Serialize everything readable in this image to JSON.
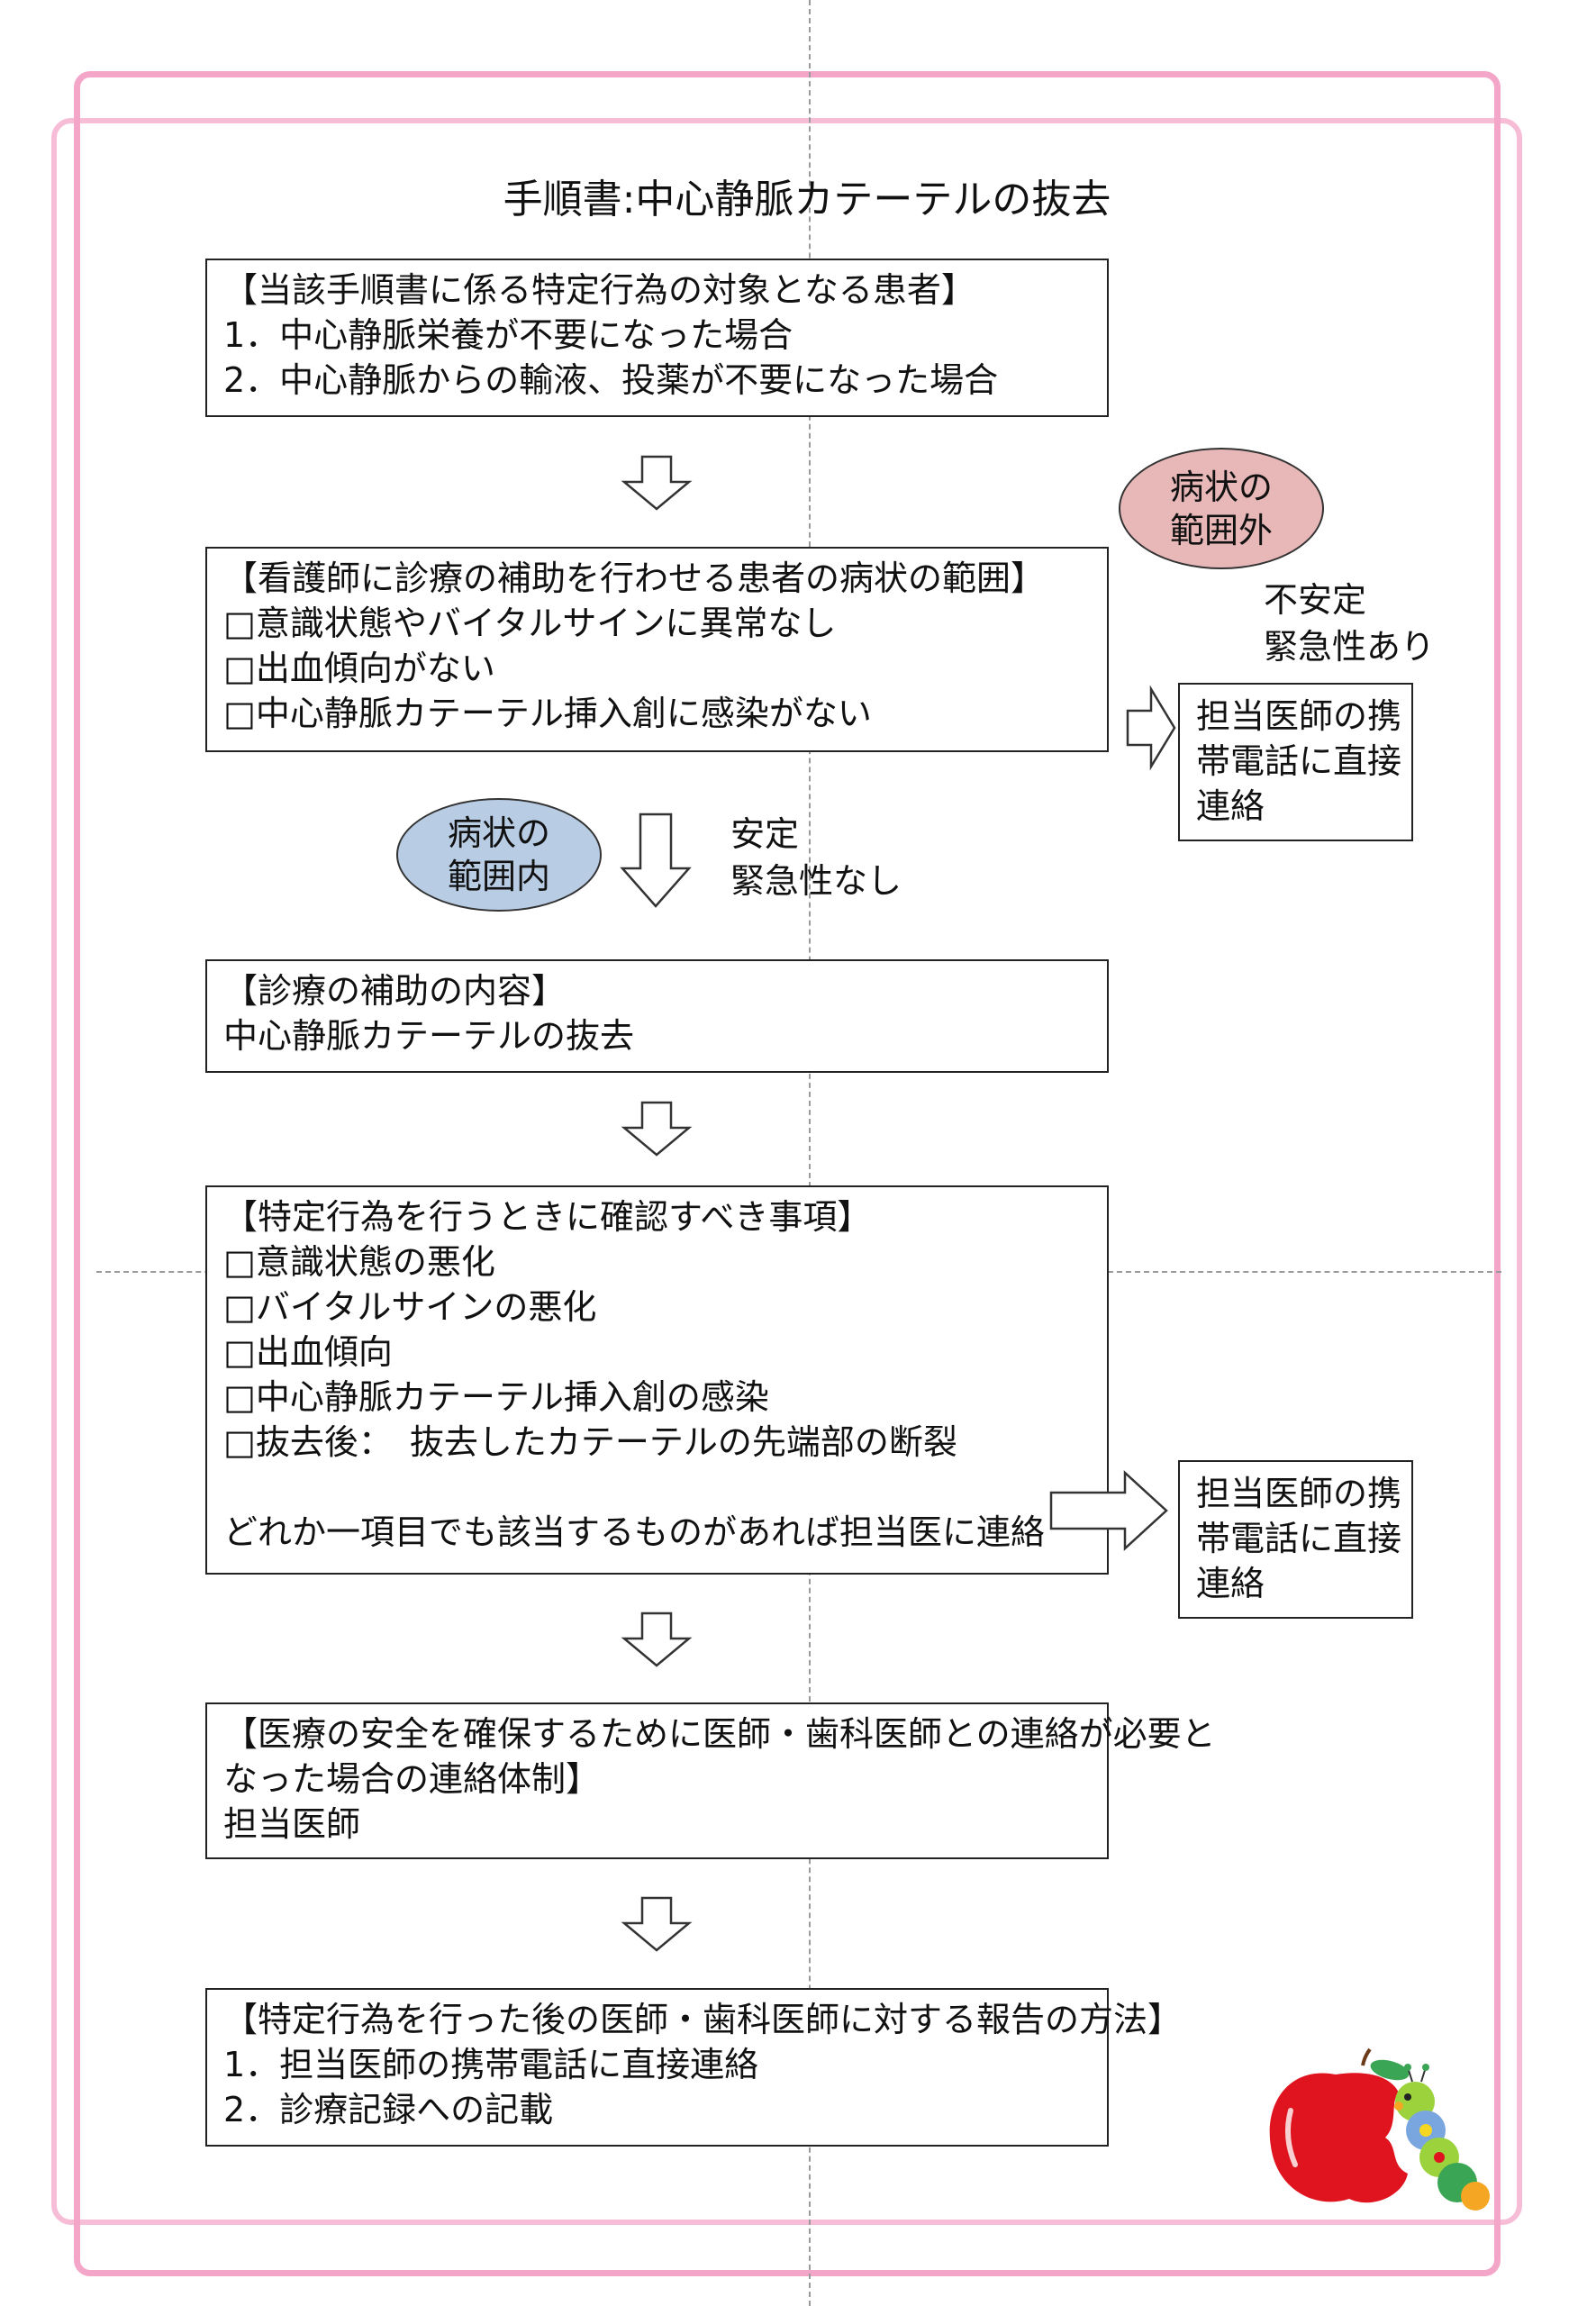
{
  "title": "手順書:中心静脈カテーテルの抜去",
  "box1": {
    "heading": "【当該手順書に係る特定行為の対象となる患者】",
    "lines": [
      "1．中心静脈栄養が不要になった場合",
      "2．中心静脈からの輸液、投薬が不要になった場合"
    ]
  },
  "box2": {
    "heading": "【看護師に診療の補助を行わせる患者の病状の範囲】",
    "lines": [
      "□意識状態やバイタルサインに異常なし",
      "□出血傾向がない",
      "□中心静脈カテーテル挿入創に感染がない"
    ]
  },
  "oval_out": {
    "line1": "病状の",
    "line2": "範囲外",
    "color": "#e8b8b8"
  },
  "unstable": {
    "line1": "不安定",
    "line2": "緊急性あり"
  },
  "contact1": {
    "line1": "担当医師の携",
    "line2": "帯電話に直接",
    "line3": "連絡"
  },
  "oval_in": {
    "line1": "病状の",
    "line2": "範囲内",
    "color": "#b8cce4"
  },
  "stable": {
    "line1": "安定",
    "line2": "緊急性なし"
  },
  "box3": {
    "heading": "【診療の補助の内容】",
    "lines": [
      "中心静脈カテーテルの抜去"
    ]
  },
  "box4": {
    "heading": "【特定行為を行うときに確認すべき事項】",
    "lines": [
      "□意識状態の悪化",
      "□バイタルサインの悪化",
      "□出血傾向",
      "□中心静脈カテーテル挿入創の感染",
      "□抜去後：　抜去したカテーテルの先端部の断裂"
    ],
    "footer": "どれか一項目でも該当するものがあれば担当医に連絡"
  },
  "contact2": {
    "line1": "担当医師の携",
    "line2": "帯電話に直接",
    "line3": "連絡"
  },
  "box5": {
    "heading1": "【医療の安全を確保するために医師・歯科医師との連絡が必要と",
    "heading2": "なった場合の連絡体制】",
    "lines": [
      "担当医師"
    ]
  },
  "box6": {
    "heading": "【特定行為を行った後の医師・歯科医師に対する報告の方法】",
    "lines": [
      "1．担当医師の携帯電話に直接連絡",
      "2．診療記録への記載"
    ]
  },
  "colors": {
    "border_pink": "#f4a6c8",
    "apple_red": "#e0141e"
  }
}
